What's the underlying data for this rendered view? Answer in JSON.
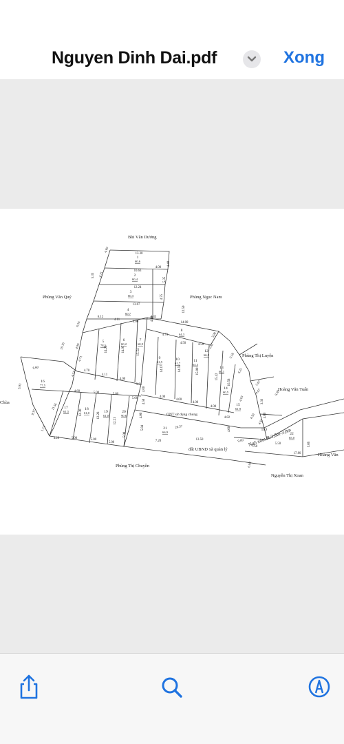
{
  "header": {
    "title": "Nguyen Dinh Dai.pdf",
    "done_label": "Xong",
    "accent_color": "#1f73e0",
    "title_menu_icon": "chevron-down-icon"
  },
  "map": {
    "owners": {
      "bui_van_duong": "Bùi Văn Dương",
      "phung_van_quy": "Phùng Văn Quý",
      "phung_ngoc_nam": "Phùng Ngọc Nam",
      "phung_thi_luyen": "Phùng Thị Luyện",
      "hoang_van_tuan": "Hoàng Văn Tuấn",
      "chua": "Chùa",
      "phung_thi_chuyen": "Phùng Thị Chuyền",
      "nguyen_thi_xoan": "Nguyễn Thị Xoan",
      "hoang_van_cut": "Hoàng Văn"
    },
    "labels": {
      "ont": "ONT sử dụng chung",
      "ubnd": "đất UBND xã quản lý",
      "ngo_xom": "Ngõ xóm R:2,8m-3,0m"
    },
    "lots": [
      {
        "num": "1",
        "area": "60,6"
      },
      {
        "num": "2",
        "area": "60,4"
      },
      {
        "num": "3",
        "area": "60,3"
      },
      {
        "num": "4",
        "area": "60,7"
      },
      {
        "num": "5",
        "area": "78,5"
      },
      {
        "num": "6",
        "area": "60,2"
      },
      {
        "num": "7",
        "area": "60,9"
      },
      {
        "num": "8",
        "area": "64,3"
      },
      {
        "num": "9",
        "area": "61,5"
      },
      {
        "num": "10",
        "area": "61,7"
      },
      {
        "num": "11",
        "area": "64,3"
      },
      {
        "num": "12",
        "area": "66,9"
      },
      {
        "num": "13",
        "area": "60,1"
      },
      {
        "num": "14",
        "area": "60,5"
      },
      {
        "num": "15",
        "area": "61,9"
      },
      {
        "num": "16",
        "area": "77,5"
      },
      {
        "num": "17",
        "area": "61,5"
      },
      {
        "num": "18",
        "area": "61,0"
      },
      {
        "num": "19",
        "area": "61,0"
      },
      {
        "num": "20",
        "area": "90,6"
      },
      {
        "num": "21",
        "area": "66,9"
      },
      {
        "num": "22",
        "area": "65,0"
      }
    ],
    "dims": [
      "13.30",
      "4.60",
      "10.63",
      "4.00",
      "4.40",
      "4.75",
      "5.35",
      "12.24",
      "5.35",
      "13.67",
      "4.75",
      "4.40",
      "12.50",
      "6.12",
      "4.11",
      "4.00",
      "4.43",
      "14.00",
      "3.00",
      "2.65",
      "4.73",
      "4.50",
      "4.50",
      "14.28",
      "14.97",
      "15.54",
      "14.17",
      "14.59",
      "15.00",
      "15.42",
      "16.58",
      "3.18",
      "4.25",
      "6.54",
      "4.90",
      "4.71",
      "10.16",
      "6.60",
      "4.70",
      "4.11",
      "4.00",
      "3.61",
      "4.00",
      "4.00",
      "4.00",
      "4.00",
      "4.82",
      "4.63",
      "4.57",
      "3.36",
      "4.67",
      "5.93",
      "11.56",
      "4.60",
      "5.00",
      "5.00",
      "4.50",
      "4.00",
      "4.60",
      "12.30",
      "12.28",
      "12.21",
      "5.00",
      "5.84",
      "20.37",
      "4.00",
      "9.37",
      "1.73",
      "4.20",
      "5.00",
      "5.00",
      "5.00",
      "5.00",
      "7.20",
      "13.50",
      "9.00",
      "5.50",
      "17.80",
      "7.50",
      "6.00",
      "5.06",
      "10.9",
      "4.00",
      "6.69",
      "2.67",
      "4.50",
      "4.61",
      "9.50"
    ]
  },
  "toolbar": {
    "share_icon": "share-icon",
    "search_icon": "search-icon",
    "markup_icon": "markup-icon"
  }
}
